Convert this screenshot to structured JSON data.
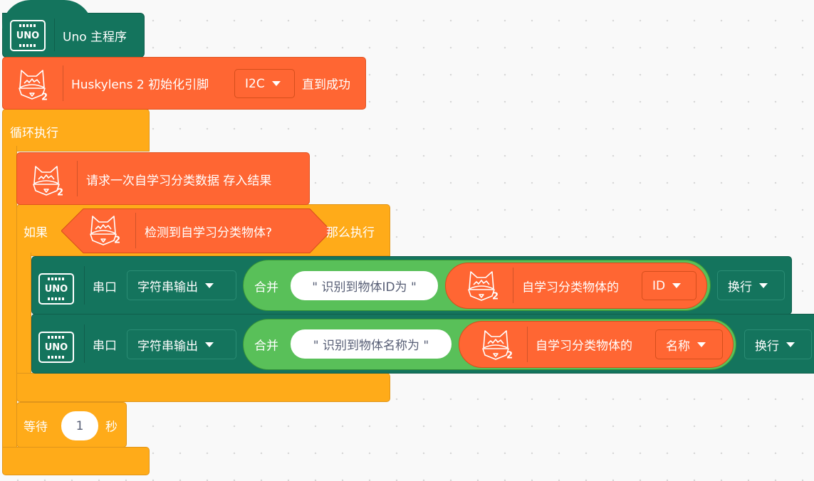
{
  "colors": {
    "controller": "#14745d",
    "huskylens": "#ff6633",
    "control": "#ffab19",
    "operator": "#59c059"
  },
  "main": {
    "title": "Uno 主程序",
    "icon": "uno-board-icon"
  },
  "init": {
    "label": "Huskylens 2 初始化引脚",
    "pin": "I2C",
    "suffix": "直到成功",
    "icon": "huskylens-icon",
    "badge": "2"
  },
  "forever": {
    "label": "循环执行"
  },
  "request": {
    "label": "请求一次自学习分类数据 存入结果",
    "badge": "2"
  },
  "if_block": {
    "if_label": "如果",
    "condition": "检测到自学习分类物体?",
    "then_label": "那么执行",
    "badge": "2"
  },
  "serial": [
    {
      "label": "串口",
      "mode": "字符串输出",
      "join": "合并",
      "text": "\" 识别到物体ID为 \"",
      "reporter": "自学习分类物体的",
      "field": "ID",
      "newline": "换行",
      "badge": "2"
    },
    {
      "label": "串口",
      "mode": "字符串输出",
      "join": "合并",
      "text": "\" 识别到物体名称为 \"",
      "reporter": "自学习分类物体的",
      "field": "名称",
      "newline": "换行",
      "badge": "2"
    }
  ],
  "wait": {
    "label": "等待",
    "value": "1",
    "unit": "秒"
  }
}
